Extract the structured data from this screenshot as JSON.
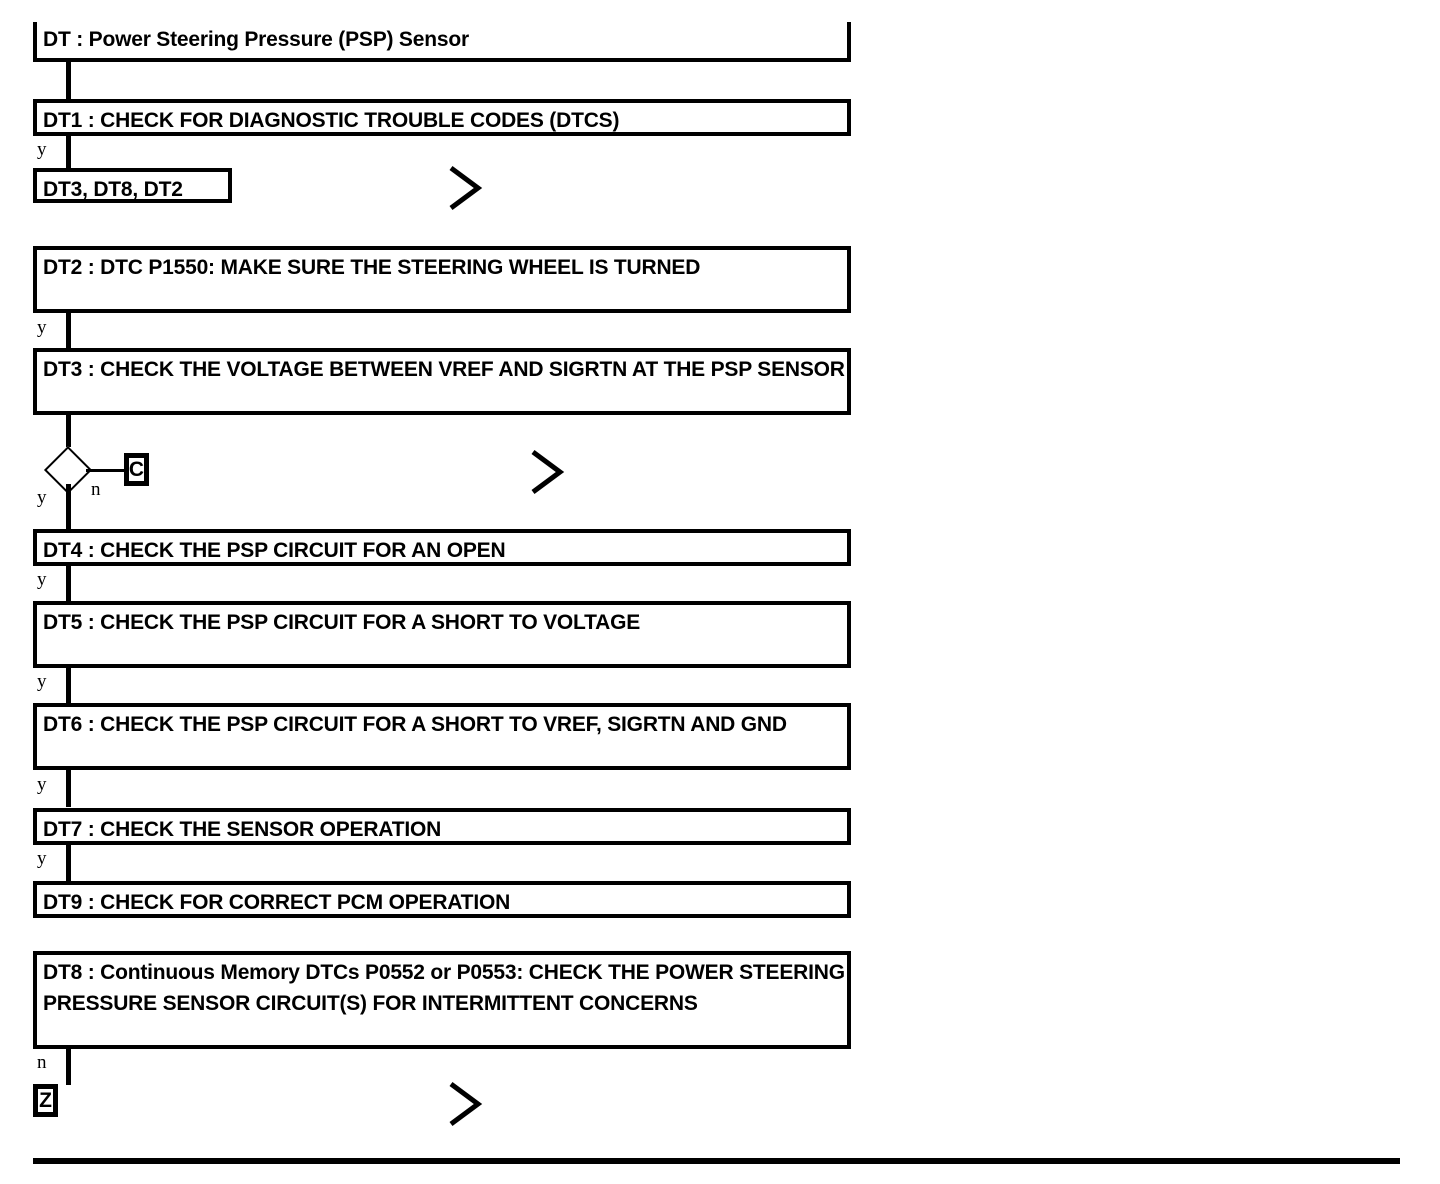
{
  "document": {
    "type": "diagnostic-flowchart",
    "title": "DT : Power Steering Pressure (PSP) Sensor"
  },
  "nodes": {
    "title": {
      "label": "DT : Power Steering Pressure (PSP) Sensor"
    },
    "dt1": {
      "label": "DT1 : CHECK FOR DIAGNOSTIC TROUBLE CODES (DTCS)"
    },
    "ref1": {
      "label": "DT3, DT8, DT2"
    },
    "dt2": {
      "label": "DT2 : DTC P1550: MAKE SURE THE STEERING WHEEL IS TURNED"
    },
    "dt3": {
      "label": "DT3 : CHECK THE VOLTAGE BETWEEN VREF AND SIGRTN AT THE PSP SENSOR"
    },
    "dt4": {
      "label": "DT4 : CHECK THE PSP CIRCUIT FOR AN OPEN"
    },
    "dt5": {
      "label": "DT5 : CHECK THE PSP CIRCUIT FOR A SHORT TO VOLTAGE"
    },
    "dt6": {
      "label": "DT6 : CHECK THE PSP CIRCUIT FOR A SHORT TO VREF, SIGRTN AND GND"
    },
    "dt7": {
      "label": "DT7 : CHECK THE SENSOR OPERATION"
    },
    "dt9": {
      "label": "DT9 : CHECK FOR CORRECT PCM OPERATION"
    },
    "dt8": {
      "label": "DT8 : Continuous Memory DTCs P0552 or P0553: CHECK THE POWER STEERING PRESSURE SENSOR CIRCUIT(S) FOR INTERMITTENT CONCERNS"
    }
  },
  "connectors": {
    "tag_c": {
      "label": "C"
    },
    "tag_z": {
      "label": "Z"
    }
  },
  "branches": {
    "dt1_yes": "y",
    "dt2_yes": "y",
    "diamond_yes": "y",
    "diamond_no": "n",
    "dt4_yes": "y",
    "dt5_yes": "y",
    "dt6_yes": "y",
    "dt7_yes": "y",
    "dt8_no": "n"
  },
  "colors": {
    "stroke": "#000000",
    "background": "#ffffff"
  }
}
